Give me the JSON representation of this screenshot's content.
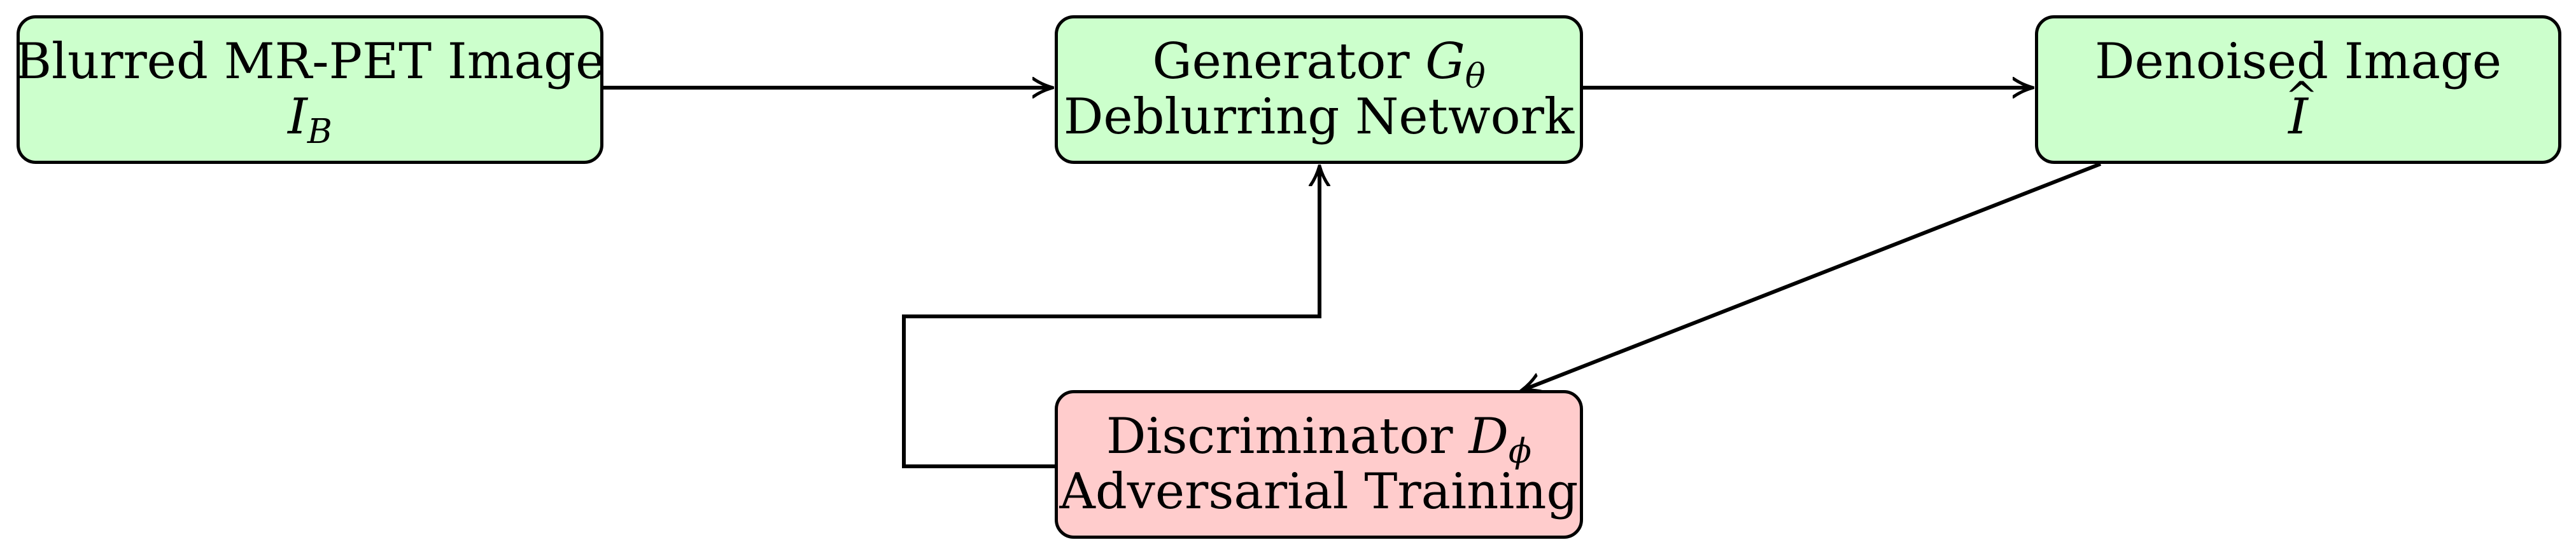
{
  "colors": {
    "green_fill": "#ccffcc",
    "red_fill": "#ffcccc",
    "stroke": "#000000"
  },
  "nodes": {
    "blurred": {
      "label": "Blurred MR-PET Image",
      "symbol": "I",
      "subscript": "B"
    },
    "generator": {
      "label_prefix": "Generator ",
      "symbol": "G",
      "subscript": "θ",
      "line2": "Deblurring Network"
    },
    "denoised": {
      "label": "Denoised Image",
      "symbol": "I"
    },
    "discriminator": {
      "label_prefix": "Discriminator ",
      "symbol": "D",
      "subscript": "ϕ",
      "line2": "Adversarial Training"
    }
  },
  "edges": [
    {
      "from": "blurred",
      "to": "generator"
    },
    {
      "from": "generator",
      "to": "denoised"
    },
    {
      "from": "denoised",
      "to": "discriminator"
    },
    {
      "from": "discriminator",
      "to": "generator"
    }
  ]
}
